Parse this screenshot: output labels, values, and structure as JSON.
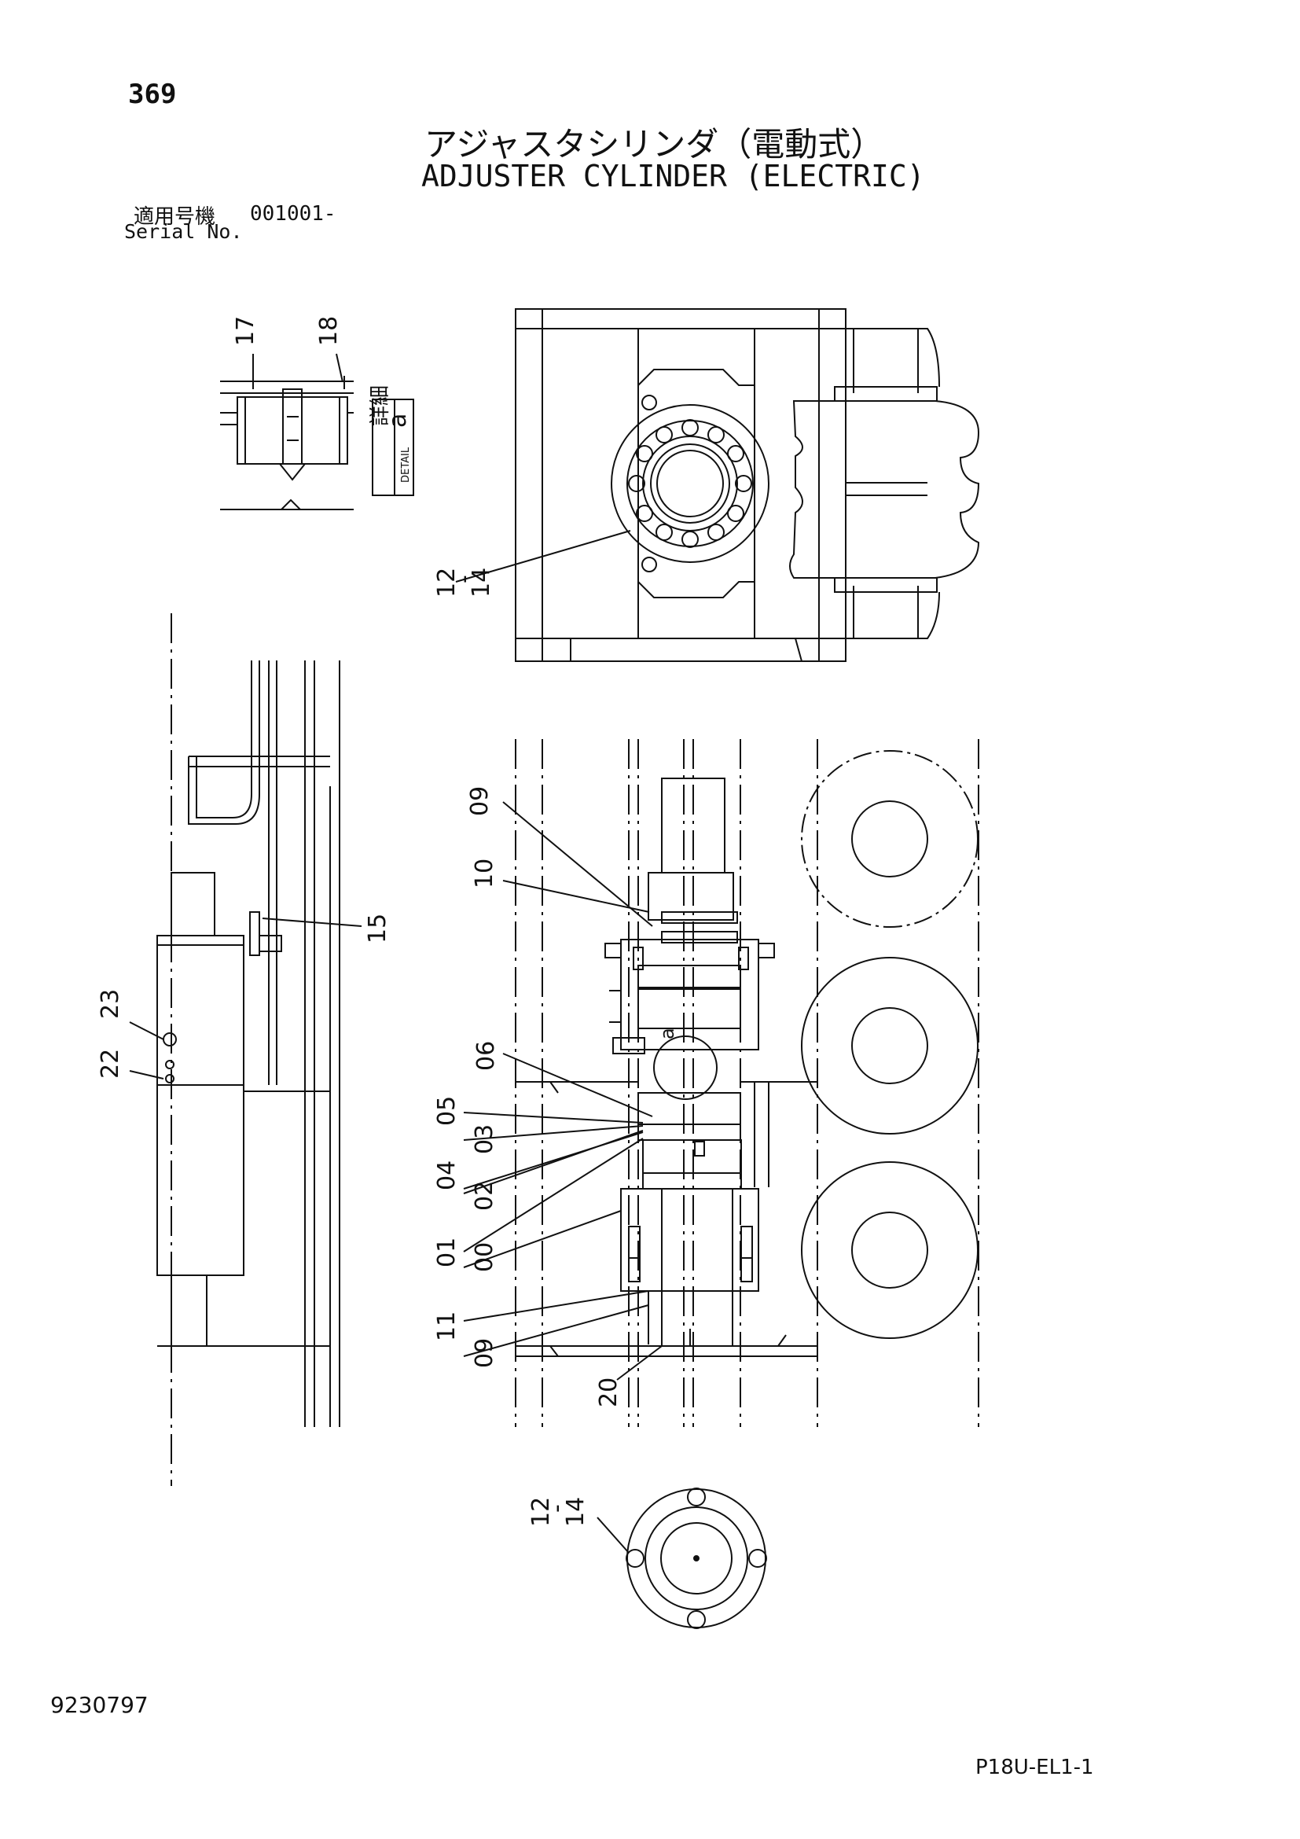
{
  "header": {
    "page_number": "369",
    "title_ja": "アジャスタシリンダ（電動式）",
    "title_en": "ADJUSTER CYLINDER (ELECTRIC)",
    "serial_label_ja": "適用号機",
    "serial_value": "001001-",
    "serial_label_en": "Serial No."
  },
  "detail_box": {
    "label_ja": "詳細",
    "label_en": "DETAIL",
    "letter": "a"
  },
  "detail_circle_letter": "a",
  "callouts": {
    "c17": "17",
    "c18": "18",
    "c12_14_top": "12",
    "c12_14_top_dash": "-",
    "c14_top": "14",
    "c15": "15",
    "c23": "23",
    "c22": "22",
    "c09a": "09",
    "c10": "10",
    "c06": "06",
    "c05": "05",
    "c03": "03",
    "c04": "04",
    "c02": "02",
    "c01": "01",
    "c00": "00",
    "c11": "11",
    "c09b": "09",
    "c20": "20",
    "c12_bottom": "12",
    "c12_bottom_dash": "-",
    "c14_bottom": "14"
  },
  "footer": {
    "drawing_number": "9230797",
    "page_code": "P18U-EL1-1"
  }
}
